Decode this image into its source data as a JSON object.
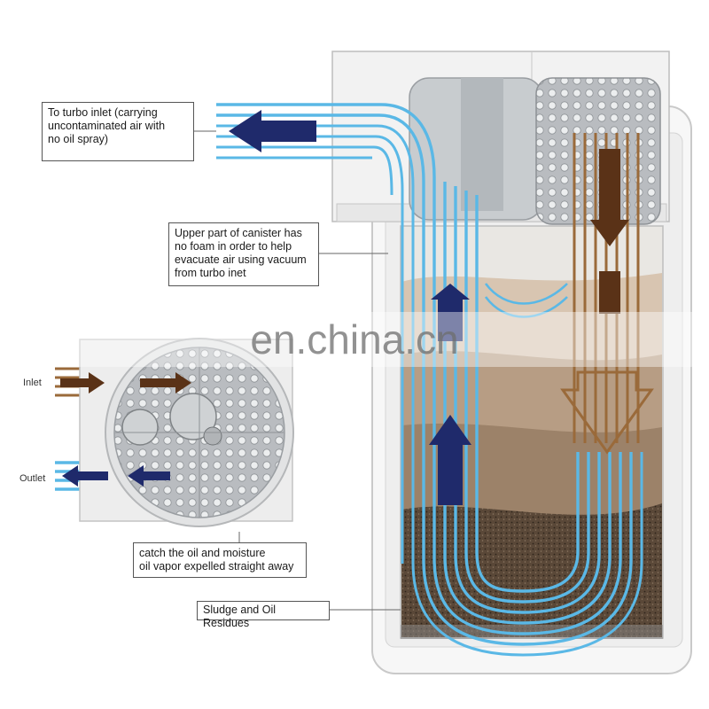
{
  "callouts": {
    "turbo_inlet": "To turbo inlet (carrying\nuncontaminated air with\nno oil spray)",
    "upper_canister": "Upper part of canister has\nno foam in order to help\nevacuate air using vacuum\nfrom turbo inet",
    "catch_oil": "catch the oil and moisture\noil vapor expelled straight away",
    "sludge": "Sludge and Oil Residues"
  },
  "labels": {
    "inlet": "Inlet",
    "outlet": "Outlet"
  },
  "watermark": "en.china.cn",
  "colors": {
    "air_flow": "#5ab8e6",
    "oil_flow": "#9a6a3a",
    "arrow_dark_blue": "#1f2a6b",
    "arrow_dark_brown": "#5a3217",
    "sludge": "#6e5a47",
    "canister_body": "#f3f3f3"
  }
}
